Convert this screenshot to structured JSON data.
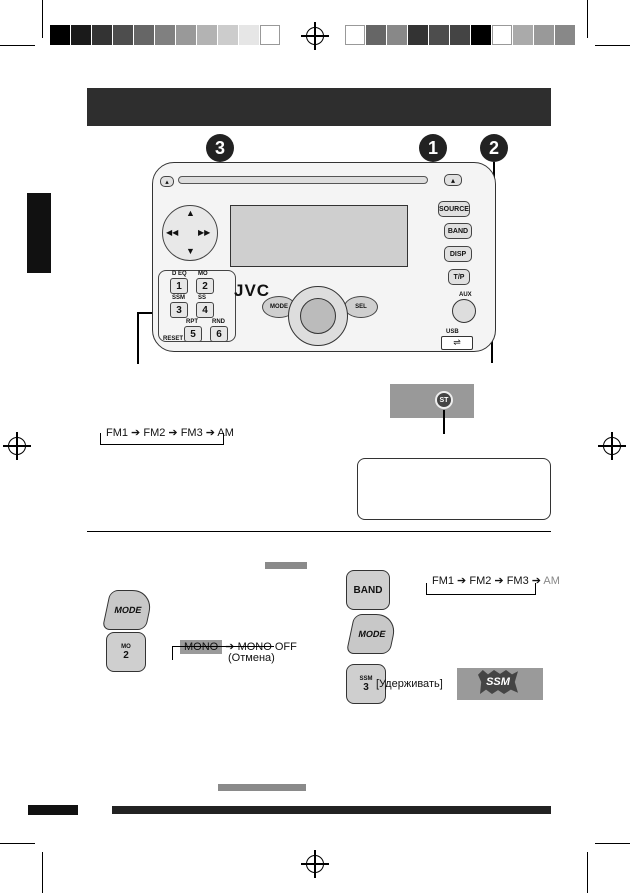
{
  "diagram": {
    "step_numbers": [
      "1",
      "2",
      "3"
    ],
    "buttons": {
      "eject": "",
      "source": "SOURCE",
      "band": "BAND",
      "disp": "DISP",
      "tp": "T/P",
      "mode": "MODE",
      "sel": "SEL",
      "brand": "JVC",
      "usb": "USB",
      "aux": "AUX",
      "reset": "RESET"
    },
    "preset_keys": [
      {
        "num": "1",
        "top": "D  EQ"
      },
      {
        "num": "2",
        "top": "MO"
      },
      {
        "num": "3",
        "top": "SSM"
      },
      {
        "num": "4",
        "top": "SS"
      },
      {
        "num": "5",
        "top": "RPT"
      },
      {
        "num": "6",
        "top": "RND"
      }
    ],
    "st_indicator": "ST"
  },
  "band_sequence_top": [
    "FM1",
    "FM2",
    "FM3",
    "AM"
  ],
  "band_sequence_right": [
    "FM1",
    "FM2",
    "FM3",
    "AM"
  ],
  "mono_flow": {
    "from": "MONO",
    "to": "MONO OFF",
    "to_sub": "(Отмена)"
  },
  "keys": {
    "mode": "MODE",
    "band": "BAND",
    "key2_num": "2",
    "key2_label": "MO",
    "key3_num": "3",
    "key3_label": "SSM",
    "hold_label": "[Удерживать]",
    "ssm_display": "SSM"
  },
  "colors": {
    "header": "#2e2e2e",
    "highlight_gray": "#8a8a8a"
  }
}
